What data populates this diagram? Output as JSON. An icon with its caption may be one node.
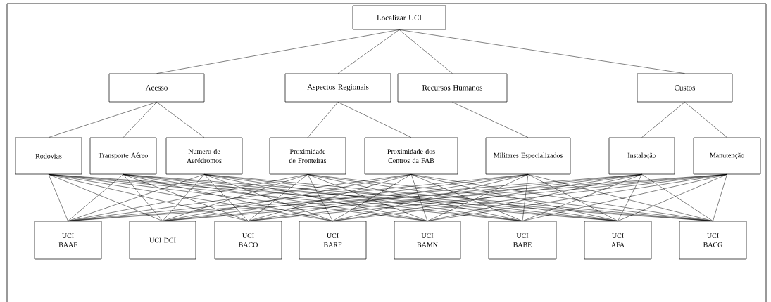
{
  "diagram": {
    "nodes": [
      {
        "text": [
          "Localizar UCI"
        ]
      },
      {
        "text": [
          "Acesso"
        ]
      },
      {
        "text": [
          "Aspectos Regionais"
        ]
      },
      {
        "text": [
          "Recursos Humanos"
        ]
      },
      {
        "text": [
          "Custos"
        ]
      },
      {
        "text": [
          "Rodovias"
        ]
      },
      {
        "text": [
          "Transporte Aéreo"
        ]
      },
      {
        "text": [
          "Numero de Aeródromos"
        ]
      },
      {
        "text": [
          "Proximidade de Fronteiras"
        ]
      },
      {
        "text": [
          "Proximidade dos Centros da FAB"
        ]
      },
      {
        "text": [
          "Militares Especializados"
        ]
      },
      {
        "text": [
          "Instalação"
        ]
      },
      {
        "text": [
          "Manutenção"
        ]
      },
      {
        "text": [
          "UCI BAAF"
        ]
      },
      {
        "text": [
          "UCI DCI"
        ]
      },
      {
        "text": [
          "UCI BACO"
        ]
      },
      {
        "text": [
          "UCI BARF"
        ]
      },
      {
        "text": [
          "UCI BAMN"
        ]
      },
      {
        "text": [
          "UCI BABE"
        ]
      },
      {
        "text": [
          "UCI AFA"
        ]
      },
      {
        "text": [
          "UCI BACG"
        ]
      }
    ],
    "edges": [
      {
        "from": 0,
        "to": 1,
        "arrow": "none"
      },
      {
        "from": 0,
        "to": 2,
        "arrow": "none"
      },
      {
        "from": 0,
        "to": 3,
        "arrow": "none"
      },
      {
        "from": 0,
        "to": 4,
        "arrow": "none"
      },
      {
        "from": 1,
        "to": 5,
        "arrow": "none"
      },
      {
        "from": 1,
        "to": 6,
        "arrow": "none"
      },
      {
        "from": 1,
        "to": 7,
        "arrow": "none"
      },
      {
        "from": 2,
        "to": 8,
        "arrow": "none"
      },
      {
        "from": 2,
        "to": 9,
        "arrow": "none"
      },
      {
        "from": 3,
        "to": 10,
        "arrow": "none"
      },
      {
        "from": 4,
        "to": 11,
        "arrow": "none"
      },
      {
        "from": 4,
        "to": 12,
        "arrow": "none"
      },
      {
        "from": 5,
        "to": 13,
        "arrow": "none"
      },
      {
        "from": 5,
        "to": 14,
        "arrow": "none"
      },
      {
        "from": 5,
        "to": 15,
        "arrow": "none"
      },
      {
        "from": 5,
        "to": 16,
        "arrow": "none"
      },
      {
        "from": 5,
        "to": 17,
        "arrow": "none"
      },
      {
        "from": 5,
        "to": 18,
        "arrow": "none"
      },
      {
        "from": 5,
        "to": 19,
        "arrow": "none"
      },
      {
        "from": 5,
        "to": 20,
        "arrow": "none"
      },
      {
        "from": 6,
        "to": 13,
        "arrow": "none"
      },
      {
        "from": 6,
        "to": 14,
        "arrow": "none"
      },
      {
        "from": 6,
        "to": 15,
        "arrow": "none"
      },
      {
        "from": 6,
        "to": 16,
        "arrow": "none"
      },
      {
        "from": 6,
        "to": 17,
        "arrow": "none"
      },
      {
        "from": 6,
        "to": 18,
        "arrow": "none"
      },
      {
        "from": 6,
        "to": 19,
        "arrow": "none"
      },
      {
        "from": 6,
        "to": 20,
        "arrow": "none"
      },
      {
        "from": 7,
        "to": 13,
        "arrow": "none"
      },
      {
        "from": 7,
        "to": 14,
        "arrow": "none"
      },
      {
        "from": 7,
        "to": 15,
        "arrow": "none"
      },
      {
        "from": 7,
        "to": 16,
        "arrow": "none"
      },
      {
        "from": 7,
        "to": 17,
        "arrow": "none"
      },
      {
        "from": 7,
        "to": 18,
        "arrow": "none"
      },
      {
        "from": 7,
        "to": 19,
        "arrow": "none"
      },
      {
        "from": 7,
        "to": 20,
        "arrow": "none"
      },
      {
        "from": 8,
        "to": 13,
        "arrow": "none"
      },
      {
        "from": 8,
        "to": 14,
        "arrow": "none"
      },
      {
        "from": 8,
        "to": 15,
        "arrow": "none"
      },
      {
        "from": 8,
        "to": 16,
        "arrow": "none"
      },
      {
        "from": 8,
        "to": 17,
        "arrow": "none"
      },
      {
        "from": 8,
        "to": 18,
        "arrow": "none"
      },
      {
        "from": 8,
        "to": 19,
        "arrow": "none"
      },
      {
        "from": 8,
        "to": 20,
        "arrow": "none"
      },
      {
        "from": 9,
        "to": 13,
        "arrow": "none"
      },
      {
        "from": 9,
        "to": 14,
        "arrow": "none"
      },
      {
        "from": 9,
        "to": 15,
        "arrow": "none"
      },
      {
        "from": 9,
        "to": 16,
        "arrow": "none"
      },
      {
        "from": 9,
        "to": 17,
        "arrow": "none"
      },
      {
        "from": 9,
        "to": 18,
        "arrow": "none"
      },
      {
        "from": 9,
        "to": 19,
        "arrow": "none"
      },
      {
        "from": 9,
        "to": 20,
        "arrow": "none"
      },
      {
        "from": 10,
        "to": 13,
        "arrow": "none"
      },
      {
        "from": 10,
        "to": 14,
        "arrow": "none"
      },
      {
        "from": 10,
        "to": 15,
        "arrow": "none"
      },
      {
        "from": 10,
        "to": 16,
        "arrow": "none"
      },
      {
        "from": 10,
        "to": 17,
        "arrow": "none"
      },
      {
        "from": 10,
        "to": 18,
        "arrow": "none"
      },
      {
        "from": 10,
        "to": 19,
        "arrow": "none"
      },
      {
        "from": 10,
        "to": 20,
        "arrow": "none"
      },
      {
        "from": 11,
        "to": 13,
        "arrow": "none"
      },
      {
        "from": 11,
        "to": 14,
        "arrow": "none"
      },
      {
        "from": 11,
        "to": 15,
        "arrow": "none"
      },
      {
        "from": 11,
        "to": 16,
        "arrow": "none"
      },
      {
        "from": 11,
        "to": 17,
        "arrow": "none"
      },
      {
        "from": 11,
        "to": 18,
        "arrow": "none"
      },
      {
        "from": 11,
        "to": 19,
        "arrow": "none"
      },
      {
        "from": 11,
        "to": 20,
        "arrow": "none"
      },
      {
        "from": 12,
        "to": 13,
        "arrow": "none"
      },
      {
        "from": 12,
        "to": 14,
        "arrow": "none"
      },
      {
        "from": 12,
        "to": 15,
        "arrow": "none"
      },
      {
        "from": 12,
        "to": 16,
        "arrow": "none"
      },
      {
        "from": 12,
        "to": 17,
        "arrow": "none"
      },
      {
        "from": 12,
        "to": 18,
        "arrow": "none"
      },
      {
        "from": 12,
        "to": 19,
        "arrow": "none"
      },
      {
        "from": 12,
        "to": 20,
        "arrow": "none"
      }
    ]
  }
}
